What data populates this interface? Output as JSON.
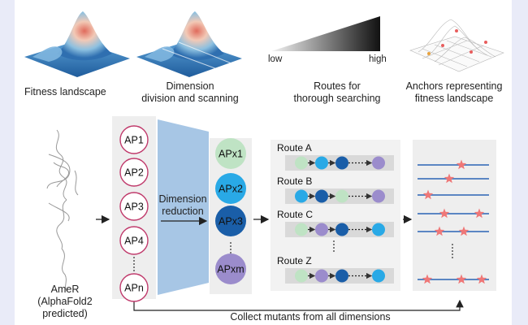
{
  "top_labels": {
    "fitness_landscape": "Fitness landscape",
    "dimension_line1": "Dimension",
    "dimension_line2": "division and scanning",
    "routes_line1": "Routes for",
    "routes_line2": "thorough searching",
    "anchors_line1": "Anchors representing",
    "anchors_line2": "fitness landscape"
  },
  "gradient": {
    "low": "low",
    "high": "high"
  },
  "protein": {
    "line1": "AmeR",
    "line2": "(AlphaFold2",
    "line3": "predicted)"
  },
  "ap_items": [
    "AP1",
    "AP2",
    "AP3",
    "AP4",
    "APn"
  ],
  "reduction": {
    "line1": "Dimension",
    "line2": "reduction"
  },
  "apx_items": [
    {
      "label": "APx1",
      "color": "#bfe3c4"
    },
    {
      "label": "APx2",
      "color": "#29a9e6"
    },
    {
      "label": "APx3",
      "color": "#1a5ea8"
    },
    {
      "label": "APxm",
      "color": "#9b8ccc"
    }
  ],
  "routes": [
    {
      "name": "Route A",
      "dots": [
        "#bfe3c4",
        "#29a9e6",
        "#1a5ea8",
        "#9b8ccc"
      ]
    },
    {
      "name": "Route B",
      "dots": [
        "#29a9e6",
        "#1a5ea8",
        "#bfe3c4",
        "#9b8ccc"
      ]
    },
    {
      "name": "Route C",
      "dots": [
        "#bfe3c4",
        "#9b8ccc",
        "#1a5ea8",
        "#29a9e6"
      ]
    },
    {
      "name": "Route Z",
      "dots": [
        "#bfe3c4",
        "#9b8ccc",
        "#1a5ea8",
        "#29a9e6"
      ]
    }
  ],
  "collect": "Collect mutants from all dimensions",
  "colors": {
    "ap_border": "#c0396b",
    "route_bar": "#d9d9d9",
    "anchor_line": "#5b86c3",
    "anchor_star": "#ef7777",
    "funnel": "#a7c6e5"
  }
}
